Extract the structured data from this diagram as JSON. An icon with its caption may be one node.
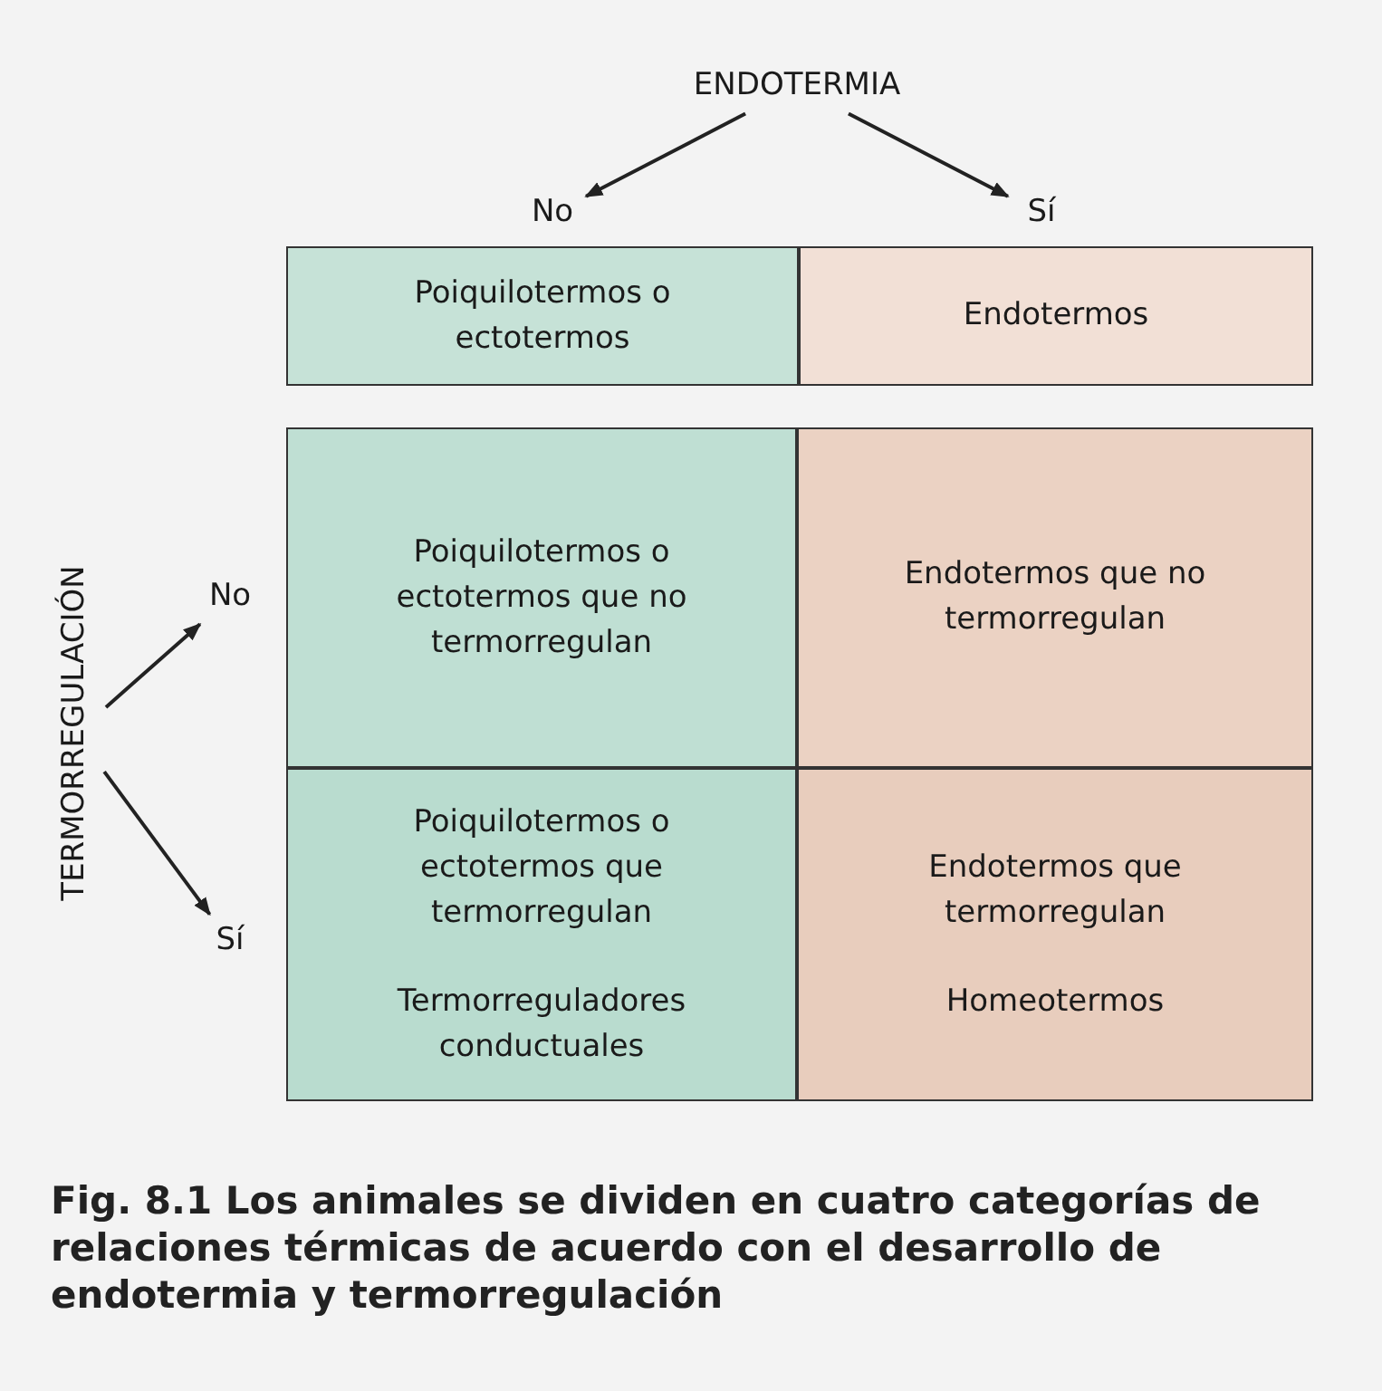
{
  "diagram": {
    "nodes": [
      {
        "text": [
          "ENDOTERMIA"
        ]
      },
      {
        "text": [
          "No"
        ]
      },
      {
        "text": [
          "Sí"
        ]
      },
      {
        "text": [
          "Poiquilotermos o ectotermos"
        ]
      },
      {
        "text": [
          "Endotermos"
        ]
      },
      {
        "text": [
          "TERMORREGULACIÓN"
        ]
      },
      {
        "text": [
          "No"
        ]
      },
      {
        "text": [
          "Sí"
        ]
      },
      {
        "text": [
          "Poiquilotermos o ectotermos que no termorregulan"
        ]
      },
      {
        "text": [
          "Endotermos que no termorregulan"
        ]
      },
      {
        "text": [
          "Poiquilotermos o ectotermos que termorregulan",
          "Termorreguladores conductuales"
        ]
      },
      {
        "text": [
          "Endotermos que termorregulan",
          "Homeotermos"
        ]
      }
    ],
    "edges": [
      {
        "from": 0,
        "to": 1,
        "arrow": "to"
      },
      {
        "from": 0,
        "to": 2,
        "arrow": "to"
      },
      {
        "from": 5,
        "to": 6,
        "arrow": "to"
      },
      {
        "from": 5,
        "to": 7,
        "arrow": "to"
      }
    ],
    "caption": "**Fig. 8.1** Los animales se dividen en cuatro categorías de relaciones térmicas de acuerdo con el desarrollo de endotermia y termorregulación"
  }
}
